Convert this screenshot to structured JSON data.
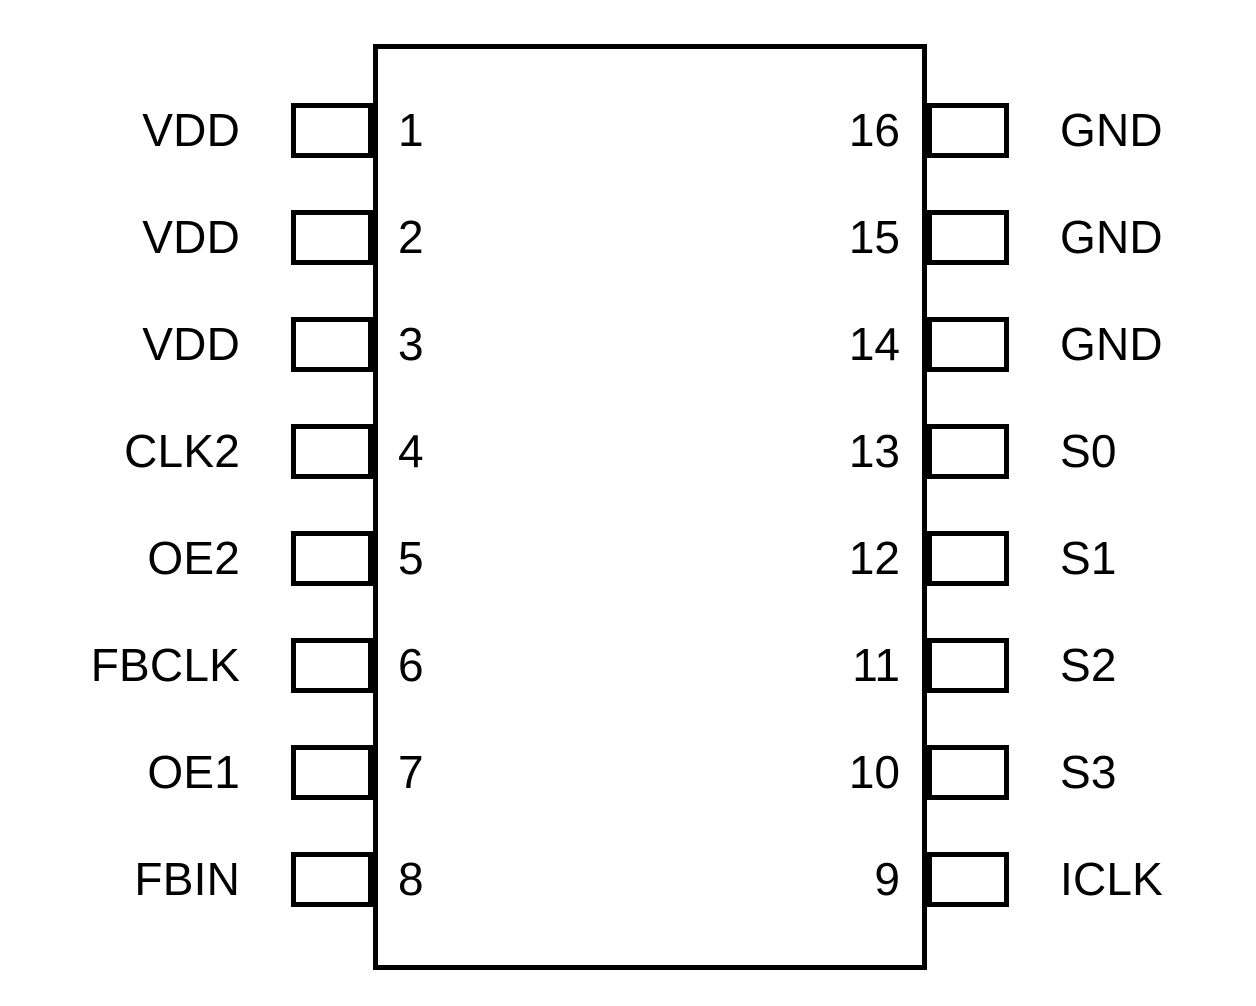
{
  "diagram": {
    "type": "ic-pinout",
    "package_pin_count": 16,
    "rows": 8,
    "colors": {
      "background": "#ffffff",
      "outline": "#000000",
      "text": "#000000"
    },
    "left_pins": [
      {
        "number": "1",
        "label": "VDD"
      },
      {
        "number": "2",
        "label": "VDD"
      },
      {
        "number": "3",
        "label": "VDD"
      },
      {
        "number": "4",
        "label": "CLK2"
      },
      {
        "number": "5",
        "label": "OE2"
      },
      {
        "number": "6",
        "label": "FBCLK"
      },
      {
        "number": "7",
        "label": "OE1"
      },
      {
        "number": "8",
        "label": "FBIN"
      }
    ],
    "right_pins": [
      {
        "number": "16",
        "label": "GND"
      },
      {
        "number": "15",
        "label": "GND"
      },
      {
        "number": "14",
        "label": "GND"
      },
      {
        "number": "13",
        "label": "S0"
      },
      {
        "number": "12",
        "label": "S1"
      },
      {
        "number": "11",
        "label": "S2"
      },
      {
        "number": "10",
        "label": "S3"
      },
      {
        "number": "9",
        "label": "ICLK"
      }
    ]
  }
}
